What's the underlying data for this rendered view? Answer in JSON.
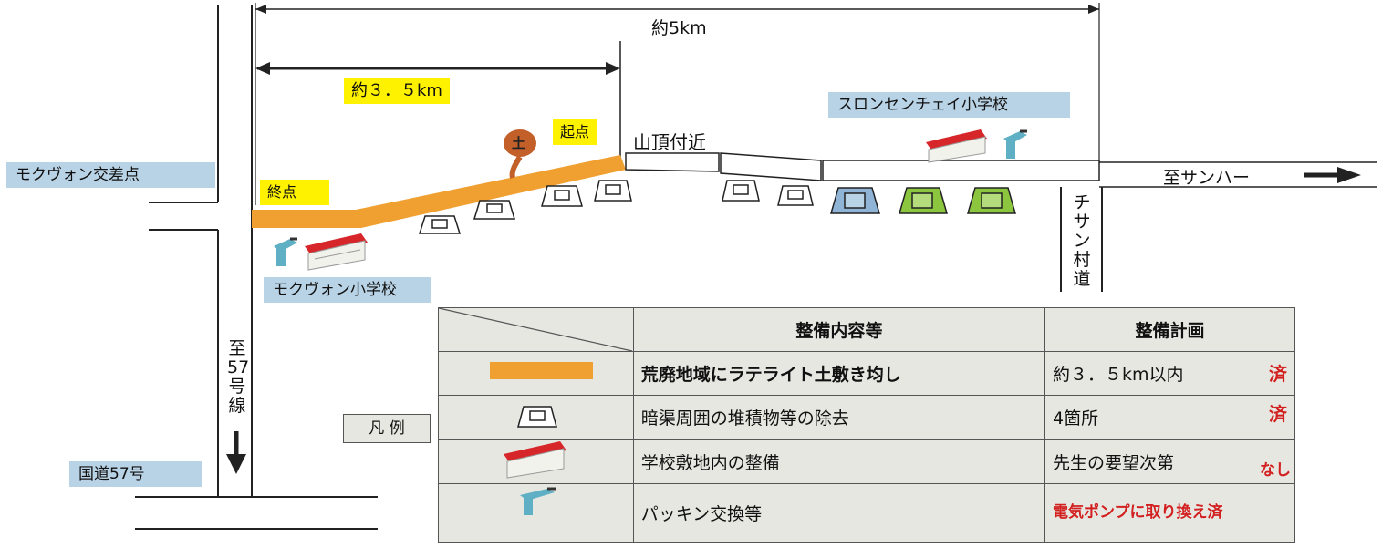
{
  "distances": {
    "total": "約5km",
    "section": "約３．５km"
  },
  "places": {
    "start": "起点",
    "end": "終点",
    "summit": "山頂付近",
    "soil_marker": "土",
    "intersection": "モクヴォン交差点",
    "school_west": "モクヴォン小学校",
    "school_east": "スロンセンチェイ小学校",
    "to_east": "至サンハー",
    "village_road": "チサン村道",
    "to_route57": "至57号線",
    "national_route": "国道57号"
  },
  "legend": {
    "title": "凡 例",
    "header_content": "整備内容等",
    "header_plan": "整備計画",
    "rows": [
      {
        "icon": "orange-road-bar",
        "content": "荒廃地域にラテライト土敷き均し",
        "plan": "約３．５km以内",
        "status": "済"
      },
      {
        "icon": "culvert-icon",
        "content": "暗渠周囲の堆積物等の除去",
        "plan": "4箇所",
        "status": "済"
      },
      {
        "icon": "school-building-icon",
        "content": "学校敷地内の整備",
        "plan": "先生の要望次第",
        "status": "なし"
      },
      {
        "icon": "pump-icon",
        "content": "パッキン交換等",
        "plan": "",
        "status": "電気ポンプに取り換え済"
      }
    ]
  },
  "colors": {
    "road_laterite": "#f0a030",
    "culvert_blue": "#8fb4d6",
    "culvert_green": "#8cc63f",
    "label_blue": "#b9d3e6",
    "label_yellow": "#fff200",
    "status_red": "#d21f1f"
  }
}
